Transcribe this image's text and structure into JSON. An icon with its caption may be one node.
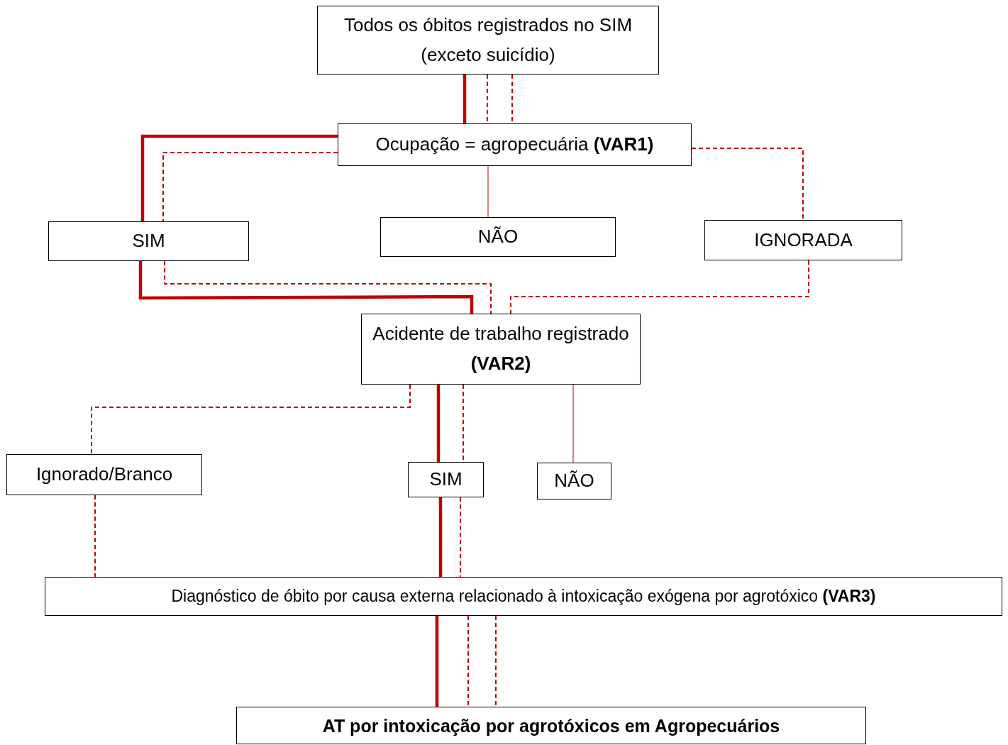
{
  "diagram": {
    "nodes": [
      {
        "text": [
          "Todos os óbitos registrados no SIM (exceto suicídio)"
        ]
      },
      {
        "text": [
          "Ocupação = agropecuária **(VAR1)**"
        ]
      },
      {
        "text": [
          "SIM"
        ]
      },
      {
        "text": [
          "NÃO"
        ]
      },
      {
        "text": [
          "IGNORADA"
        ]
      },
      {
        "text": [
          "Acidente de trabalho registrado **(VAR2)**"
        ]
      },
      {
        "text": [
          "Ignorado/Branco"
        ]
      },
      {
        "text": [
          "SIM"
        ]
      },
      {
        "text": [
          "NÃO"
        ]
      },
      {
        "text": [
          "Diagnóstico de óbito por causa externa relacionado à intoxicação exógena por agrotóxico **(VAR3)**"
        ]
      },
      {
        "text": [
          "AT por intoxicação por agrotóxicos em Agropecuários"
        ]
      }
    ],
    "edges": [
      {
        "from": 0,
        "to": 1,
        "arrow": "none",
        "style": "thick"
      },
      {
        "from": 0,
        "to": 1,
        "arrow": "none",
        "style": "dashed"
      },
      {
        "from": 0,
        "to": 1,
        "arrow": "none",
        "style": "dashed"
      },
      {
        "from": 1,
        "to": 2,
        "arrow": "none",
        "style": "thick"
      },
      {
        "from": 1,
        "to": 2,
        "arrow": "none",
        "style": "dashed"
      },
      {
        "from": 1,
        "to": 3,
        "arrow": "none"
      },
      {
        "from": 1,
        "to": 4,
        "arrow": "none",
        "style": "dashed"
      },
      {
        "from": 2,
        "to": 5,
        "arrow": "none",
        "style": "thick"
      },
      {
        "from": 2,
        "to": 5,
        "arrow": "none",
        "style": "dashed"
      },
      {
        "from": 4,
        "to": 5,
        "arrow": "none",
        "style": "dashed"
      },
      {
        "from": 5,
        "to": 6,
        "arrow": "none",
        "style": "dashed"
      },
      {
        "from": 5,
        "to": 7,
        "arrow": "none",
        "style": "thick"
      },
      {
        "from": 5,
        "to": 7,
        "arrow": "none",
        "style": "dashed"
      },
      {
        "from": 5,
        "to": 8,
        "arrow": "none"
      },
      {
        "from": 6,
        "to": 9,
        "arrow": "none",
        "style": "dashed"
      },
      {
        "from": 7,
        "to": 9,
        "arrow": "none",
        "style": "thick"
      },
      {
        "from": 7,
        "to": 9,
        "arrow": "none",
        "style": "dashed"
      },
      {
        "from": 9,
        "to": 10,
        "arrow": "none",
        "style": "thick"
      },
      {
        "from": 9,
        "to": 10,
        "arrow": "none",
        "style": "dashed"
      },
      {
        "from": 9,
        "to": 10,
        "arrow": "none",
        "style": "dashed"
      }
    ]
  }
}
